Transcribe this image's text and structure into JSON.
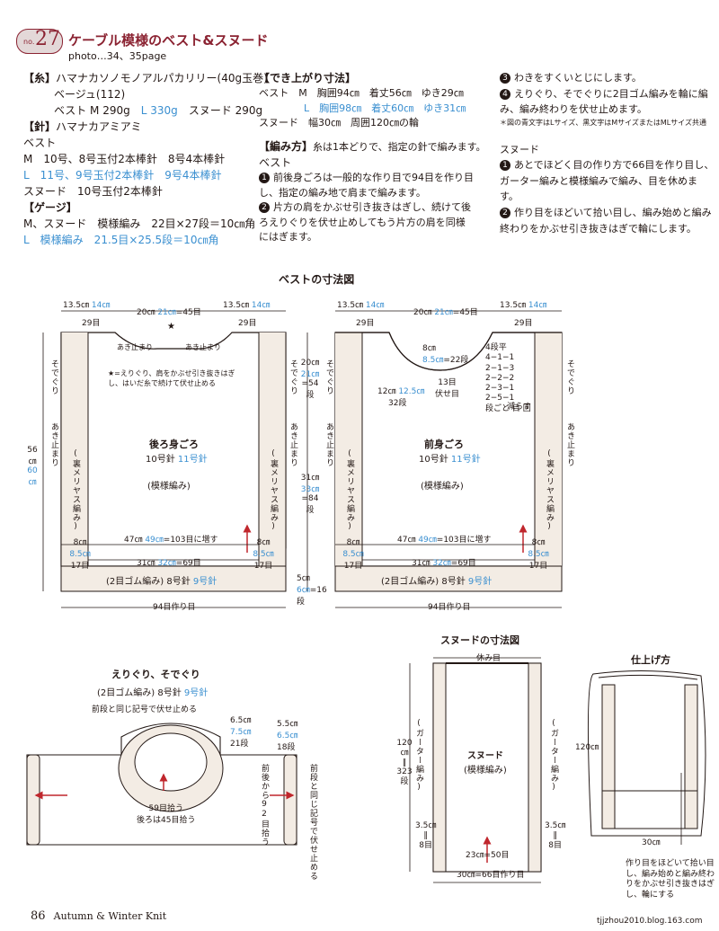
{
  "header": {
    "no_label": "no.",
    "number": "27",
    "title": "ケーブル模様のベスト&スヌード",
    "photo": "photo…34、35page"
  },
  "left_col": {
    "yarn_head": "【糸】",
    "yarn_line1": "ハマナカソノモノアルパカリリー(40g玉巻)",
    "yarn_line2": "ベージュ(112)",
    "yarn_vest_m": "ベスト M 290g",
    "yarn_vest_l": "L 330g",
    "yarn_snood": "スヌード 290g",
    "needle_head": "【針】",
    "needle_line": "ハマナカアミアミ",
    "needle_vest": "ベスト",
    "needle_m": "M　10号、8号玉付2本棒針　8号4本棒針",
    "needle_l": "L　11号、9号玉付2本棒針　9号4本棒針",
    "needle_snood": "スヌード　10号玉付2本棒針",
    "gauge_head": "【ゲージ】",
    "gauge_m": "M、スヌード　模様編み　22目×27段＝10㎝角",
    "gauge_l": "L　模様編み　21.5目×25.5段＝10㎝角"
  },
  "mid_col": {
    "size_head": "【でき上がり寸法】",
    "size_vest_m": "ベスト　M　胸囲94㎝　着丈56㎝　ゆき29㎝",
    "size_vest_l": "L　胸囲98㎝　着丈60㎝　ゆき31㎝",
    "size_snood": "スヌード　幅30㎝　周囲120㎝の輪",
    "method_head": "【編み方】",
    "method_intro": "糸は1本どりで、指定の針で編みます。",
    "method_vest": "ベスト",
    "step1": "前後身ごろは一般的な作り目で94目を作り目し、指定の編み地で肩まで編みます。",
    "step2": "片方の肩をかぶせ引き抜きはぎし、続けて後ろえりぐりを伏せ止めしてもう片方の肩を同様にはぎます。"
  },
  "right_col": {
    "step3": "わきをすくいとじにします。",
    "step4": "えりぐり、そでぐりに2目ゴム編みを輪に編み、編み終わりを伏せ止めます。",
    "note": "＊図の青文字はLサイズ、黒文字はMサイズまたはMLサイズ共通",
    "snood_head": "スヌード",
    "s_step1": "あとでほどく目の作り方で66目を作り目し、ガーター編みと模様編みで編み、目を休めます。",
    "s_step2": "作り目をほどいて拾い目し、編み始めと編み終わりをかぶせ引き抜きはぎで輪にします。"
  },
  "vest_diagram": {
    "title": "ベストの寸法図",
    "back": "後ろ身ごろ",
    "front": "前身ごろ",
    "needle_m": "10号針",
    "needle_l": "11号針",
    "pattern": "(模様編み)",
    "side_band": "(裏メリヤス編み)",
    "ribbing": "(2目ゴム編み) 8号針",
    "ribbing_l": "9号針",
    "cast_on": "94目作り目",
    "shoulder_m": "13.5㎝",
    "shoulder_l": "14㎝",
    "shoulder_st": "29目",
    "neck_m": "20㎝",
    "neck_l": "21㎝",
    "neck_st": "=45目",
    "armhole": "そでぐり",
    "open_stop": "あき止まり",
    "back_note": "★=えりぐり、肩をかぶせ引き抜きはぎし、はいだ糸で続けて伏せ止める",
    "star": "★",
    "h_m": "56㎝",
    "h_l": "60㎝",
    "arm_m": "20㎝",
    "arm_l": "21㎝",
    "arm_row": "=54段",
    "body_m": "31㎝",
    "body_l": "33㎝",
    "body_row": "=84段",
    "rib_m": "5㎝",
    "rib_l": "6㎝",
    "rib_row": "=16段",
    "inc_m": "47㎝",
    "inc_l": "49㎝",
    "inc_st": "=103目に増す",
    "low_m": "31㎝",
    "low_l": "32㎝",
    "low_st": "=69目",
    "band_m": "8㎝",
    "band_l": "8.5㎝",
    "band_st": "17目",
    "fneck_m": "8㎝",
    "fneck_l": "8.5㎝",
    "fneck_row": "=22段",
    "fneck_st": "13目",
    "fneck_bo": "伏せ目",
    "fdepth_m": "12㎝",
    "fdepth_l": "12.5㎝",
    "fdepth_row": "32段",
    "dec_table": "4段平\n4−1−1\n2−1−3\n2−2−2\n2−3−1\n2−5−1\n段ごと 目 回",
    "dec_label": "減らす"
  },
  "neck_diagram": {
    "title": "えりぐり、そでぐり",
    "sub": "(2目ゴム編み) 8号針",
    "sub_l": "9号針",
    "bind": "前段と同じ記号で伏せ止める",
    "h_m": "6.5㎝",
    "h_l": "7.5㎝",
    "row": "21段",
    "pick1": "59目拾う",
    "pick2": "後ろは45目拾う",
    "arm_h_m": "5.5㎝",
    "arm_h_l": "6.5㎝",
    "arm_row": "18段",
    "arm_pick": "前後から92目拾う",
    "arm_bind": "前段と同じ記号で伏せ止める"
  },
  "snood_diagram": {
    "title": "スヌードの寸法図",
    "rest": "休み目",
    "name": "スヌード",
    "pattern": "(模様編み)",
    "garter": "(ガーター編み)",
    "h": "120㎝",
    "h_row": "323段",
    "edge": "3.5㎝",
    "edge_row": "8目",
    "inner": "23㎝=50目",
    "cast": "30㎝=66目作り目"
  },
  "finish_diagram": {
    "title": "仕上げ方",
    "h": "120㎝",
    "w": "30㎝",
    "note": "作り目をほどいて拾い目し、編み始めと編み終わりをかぶせ引き抜きはぎし、輪にする"
  },
  "footer": {
    "page": "86",
    "book": "Autumn & Winter Knit",
    "url": "tjjzhou2010.blog.163.com"
  }
}
